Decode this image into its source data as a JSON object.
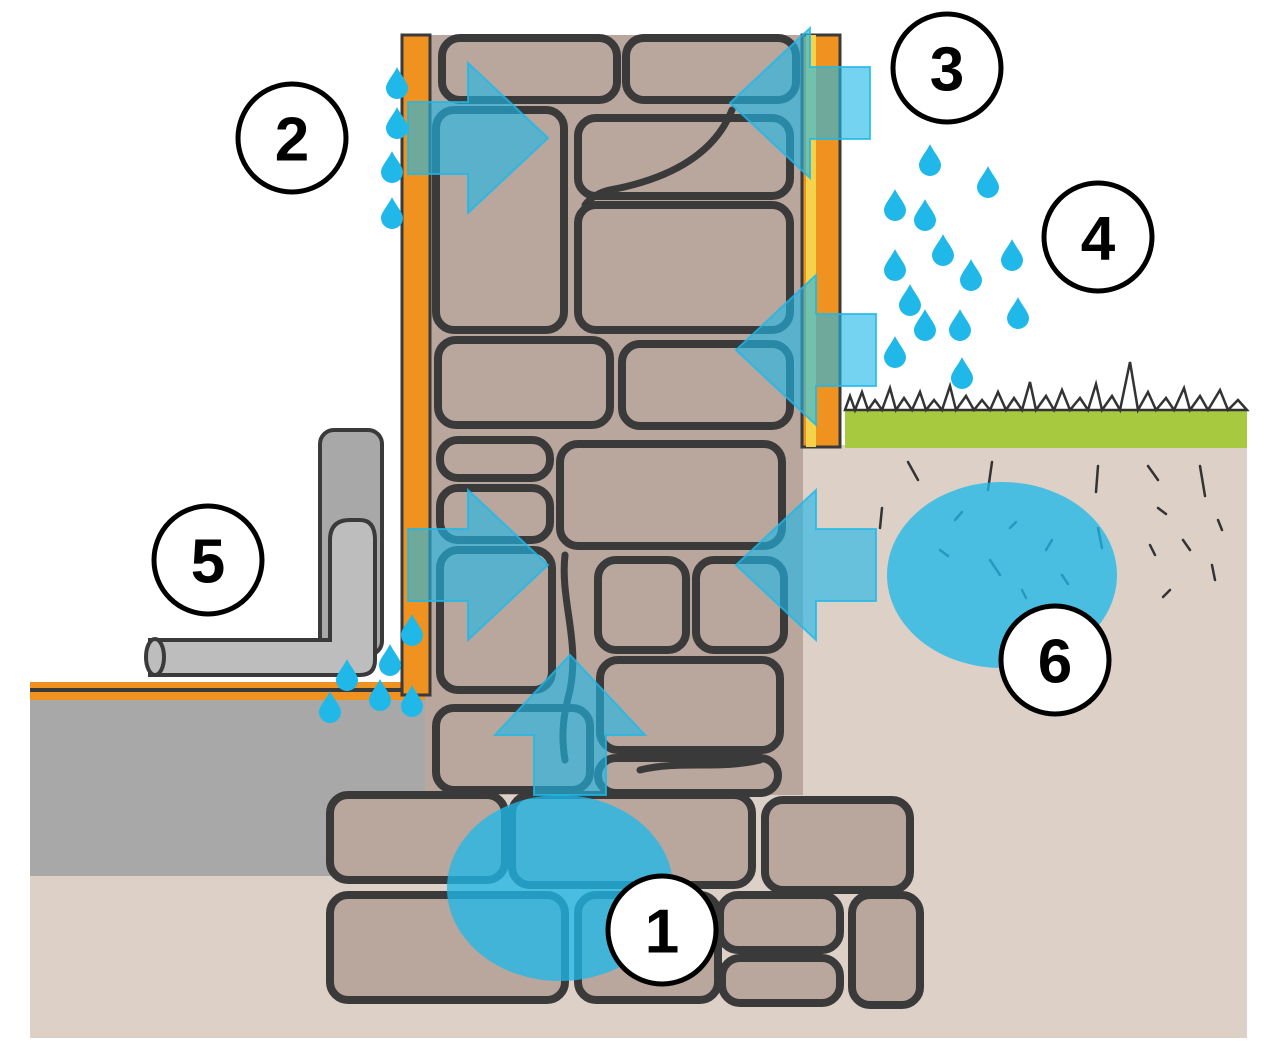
{
  "palette": {
    "water": "#1fb8e8",
    "stone": "#b9a69c",
    "mortar": "#3a3a3a",
    "soil": "#ddd0c7",
    "slab": "#a8a8a8",
    "membrane": "#f0921f",
    "membrane_inner": "#f4d34a",
    "grass": "#a7c940",
    "pipe": "#bdbdbd"
  },
  "labels": [
    {
      "id": "1",
      "text": "1"
    },
    {
      "id": "2",
      "text": "2"
    },
    {
      "id": "3",
      "text": "3"
    },
    {
      "id": "4",
      "text": "4"
    },
    {
      "id": "5",
      "text": "5"
    },
    {
      "id": "6",
      "text": "6"
    }
  ],
  "icons": {
    "arrow": "moisture-arrow-icon",
    "drop": "water-drop-icon"
  }
}
